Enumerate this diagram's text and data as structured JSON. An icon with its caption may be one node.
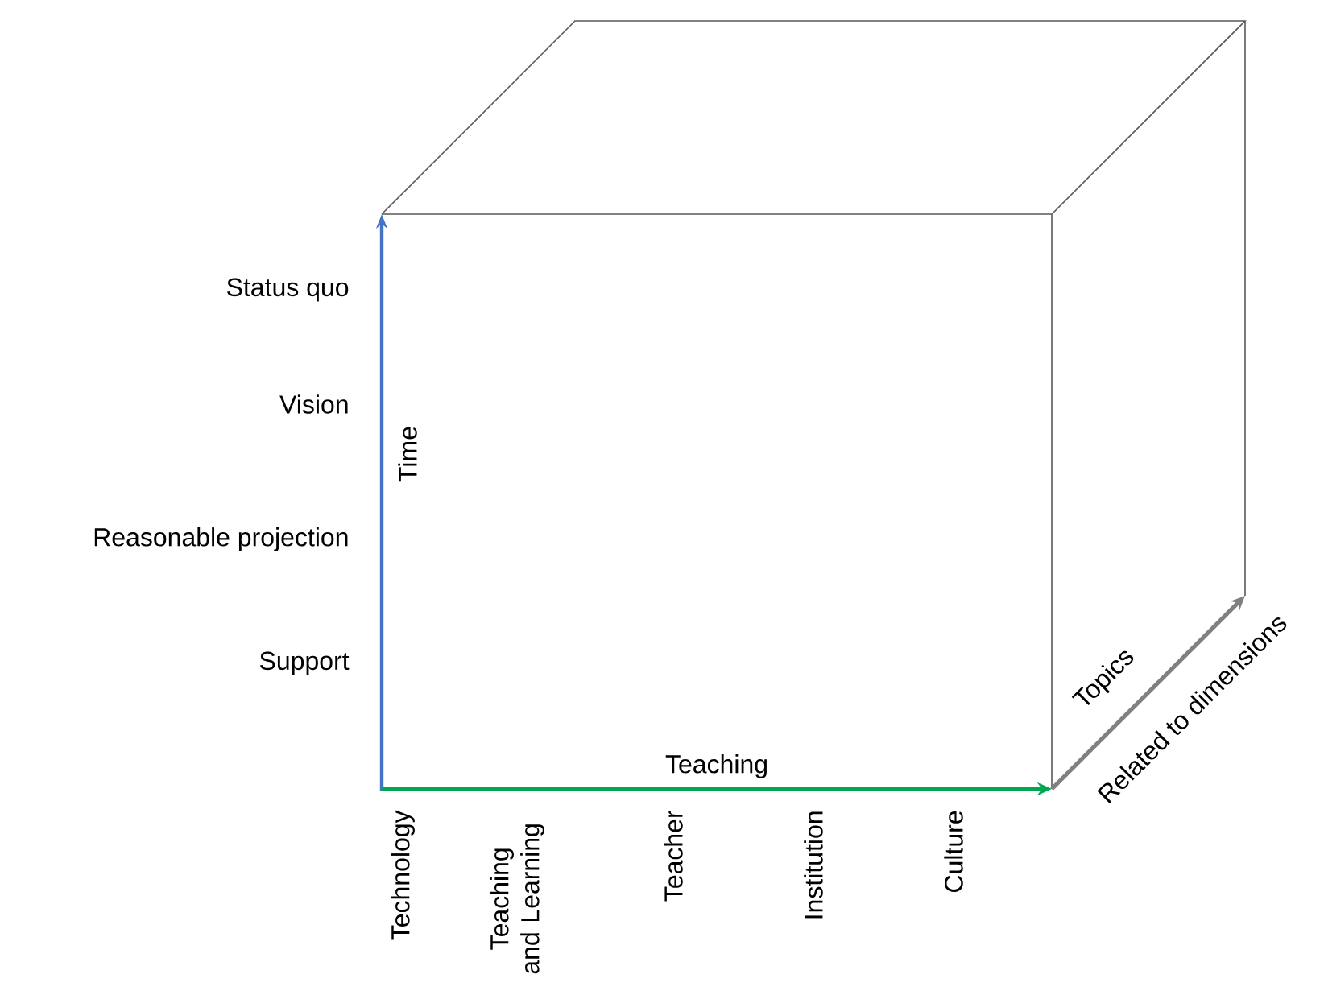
{
  "diagram": {
    "labels": [
      "Status quo",
      "Vision",
      "Time",
      "Reasonable projection",
      "Support",
      "Topics",
      "Related to dimensions",
      "Teaching",
      "Technology",
      "Teaching and Learning",
      "Teacher",
      "Institution",
      "Culture"
    ]
  }
}
